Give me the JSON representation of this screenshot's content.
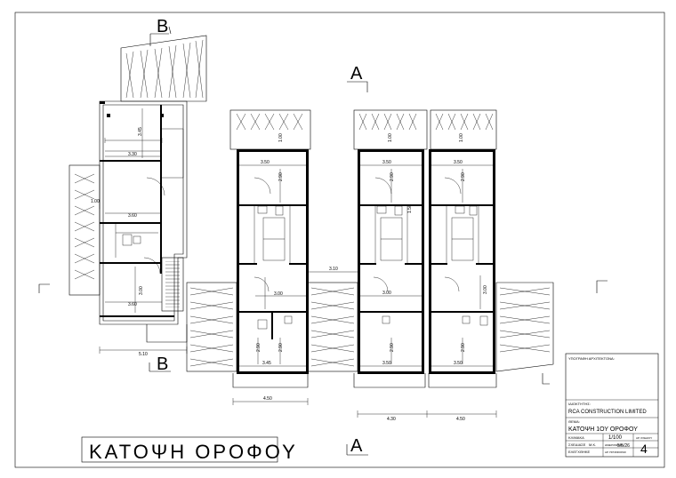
{
  "drawing": {
    "title": "ΚΑΤΟΨΗ ΟΡΟΦΟΥ",
    "section_marks": {
      "a": "A",
      "b": "B"
    }
  },
  "dimensions": {
    "left_block": [
      "3.45",
      "3.30",
      "1.00",
      "3.60",
      "3.00",
      "3.60",
      "5.10"
    ],
    "unit1": [
      "1.00",
      "3.50",
      "2.90",
      "3.00",
      "2.90",
      "2.90",
      "3.45",
      "4.50"
    ],
    "unit2": [
      "1.00",
      "3.50",
      "2.90",
      "1.50",
      "3.00",
      "2.90",
      "3.50"
    ],
    "unit3": [
      "1.00",
      "3.50",
      "2.90",
      "3.00",
      "2.90",
      "3.50"
    ],
    "between": "3.10",
    "bottom_right": [
      "4.30",
      "4.50"
    ]
  },
  "title_block": {
    "architect_label": "ΥΠΟΓΡΑΦΗ ΑΡΧΙΤΕΚΤΟΝΑ:",
    "owner_label": "ΙΔΙΟΚΤΗΤΗΣ:",
    "owner": "RCA CONSTRUCTION LIMITED",
    "subject_label": "ΘΕΜΑ:",
    "subject": "ΚΑΤΟΨΗ 1ΟΥ ΟΡΟΦΟΥ",
    "scale_label": "ΚΛΙΜΑΚΑ",
    "scale": "1/100",
    "date_label": "ΗΜΕΡΟΜΗΝΙΑ",
    "date": "5/5/26",
    "sheet_no_label": "ΑΡ. ΣΧΕΔΙΟΥ",
    "sheet_no": "4",
    "drawn_label": "ΣΧΕΔΙΑΣΕ",
    "drawn": "Μ.Κ.",
    "checked_label": "ΕΛΕΓΧΘΗΚΕ",
    "order_label": "ΑΡ. ΠΡΟΣΦΟΡΑΣ"
  }
}
